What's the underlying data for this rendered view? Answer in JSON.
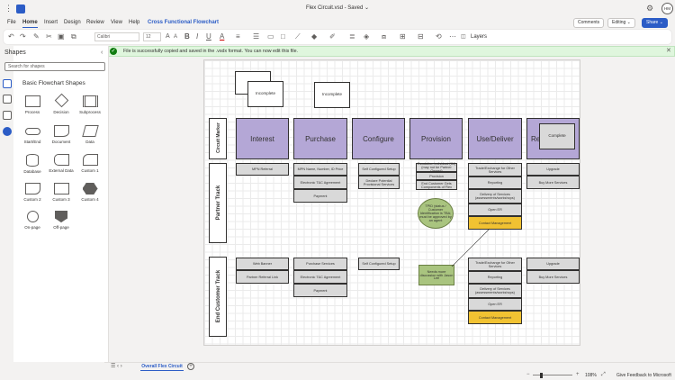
{
  "window": {
    "title": "Flex Circuit.vsd  -  Saved ⌄",
    "user_initials": "HM"
  },
  "menu": {
    "tabs": [
      "File",
      "Home",
      "Insert",
      "Design",
      "Review",
      "View",
      "Help"
    ],
    "active": "Home",
    "extra_tab": "Cross Functional Flowchart"
  },
  "header_buttons": {
    "comments": "Comments",
    "editing": "Editing ⌄",
    "share": "Share ⌄"
  },
  "toolbar": {
    "font_name": "Calibri",
    "font_size": "12",
    "layers": "Layers"
  },
  "notification": {
    "message": "File is successfully copied and saved in the .vsdx format. You can now edit this file."
  },
  "shapes_pane": {
    "title": "Shapes",
    "search_placeholder": "Search for shapes",
    "stencil": "Basic Flowchart Shapes",
    "items": [
      "Process",
      "Decision",
      "Subprocess",
      "Start/End",
      "Document",
      "Data",
      "Database",
      "External Data",
      "Custom 1",
      "Custom 2",
      "Custom 3",
      "Custom 4",
      "On-page",
      "Off-page"
    ]
  },
  "diagram": {
    "top_boxes": [
      "Incomplete",
      "Incomplete",
      "Complete"
    ],
    "header_lane": "Circuit Marker",
    "phases": [
      "Interest",
      "Purchase",
      "Configure",
      "Provision",
      "Use/Deliver",
      "Re"
    ],
    "lanes": [
      "Partner Track",
      "End Customer Track"
    ],
    "partner": {
      "interest": [
        "MPN Referral"
      ],
      "purchase": [
        "MPN Name, Number, ID Price",
        "Electronic T&C Agreement",
        "Payment"
      ],
      "configure": [
        "Self Configured Setup",
        "Declare Potential Provisional Services"
      ],
      "provision": [
        "Escalation individual (IM) (may not be Partner Owned)",
        "Provision",
        "End Customer Gets Components of Flex"
      ],
      "use": [
        "Trade/Exchange for Other Services",
        "Reporting",
        "Delivery of Services (assessments/workshops)",
        "Open ER",
        "Contact Management"
      ],
      "renew": [
        "Upgrade",
        "Buy More Services"
      ]
    },
    "customer": {
      "interest": [
        "Web Banner",
        "Partner Referral Link"
      ],
      "purchase": [
        "Purchase Services",
        "Electronic T&C Agreement",
        "Payment"
      ],
      "configure": [
        "Self Configured Setup"
      ],
      "use": [
        "Trade/Exchange for Other Services",
        "Reporting",
        "Delivery of Services (assessments/workshops)",
        "Open ER",
        "Contact Management"
      ],
      "renew": [
        "Upgrade",
        "Buy More Services"
      ]
    },
    "notes": [
      "TPID (status / Customer Identification is TBA; must be approved by an agent",
      "Needs more discussion with Jason Lee"
    ]
  },
  "sheets": {
    "active": "Overall Flex Circuit"
  },
  "status": {
    "zoom": "108%",
    "feedback": "Give Feedback to Microsoft"
  },
  "colors": {
    "accent": "#2b5cc6",
    "phase_header": "#b4a7d6",
    "task": "#d9d9d9",
    "highlight": "#f1c232",
    "note": "#a9c47f"
  }
}
